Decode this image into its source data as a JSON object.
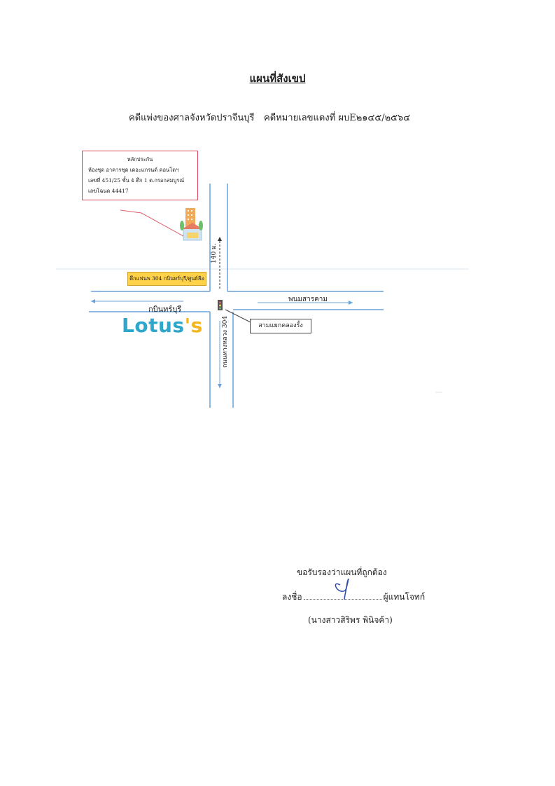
{
  "title": "แผนที่สังเขป",
  "case_info": {
    "court": "คดีแพ่งของศาลจังหวัดปราจีนบุรี",
    "red_case_number": "คดีหมายเลขแดงที่ ผบE๒๑๔๕/๒๕๖๔"
  },
  "collateral_box": {
    "heading": "หลักประกัน",
    "line1": "ห้องชุด อาคารชุด เดอะแกรนด์ คอนโดฯ",
    "line2": "เลขที่ 451/25 ชั้น 4 ตึก 1 ต.กรอกสมบูรณ์",
    "line3": "เลขโฉนด 44417"
  },
  "map": {
    "road_left_label": "กบินทร์บุรี",
    "road_right_label": "พนมสารคาม",
    "north_distance_label": "140 ม.",
    "south_road_label": "ถนนทางหลวง 304",
    "yellow_label": "ตึกแฟนพ 304 กบินทร์บุรี/ศูนย์ลือ",
    "callout_label": "สามแยกคลองรั้ง",
    "lotus_text": "Lotus",
    "lotus_suffix": "'s"
  },
  "footer": {
    "certify_text": "ขอรับรองว่าแผนที่ถูกต้อง",
    "sign_prefix": "ลงชื่อ",
    "sign_suffix": "ผู้แทนโจทก์",
    "name": "(นางสาวสิริพร พินิจค้า)"
  },
  "colors": {
    "road_line": "#6aa0d8",
    "box_border": "#d9465a",
    "yellow_label_bg": "#ffd24a",
    "lotus_blue": "#2ea7cc",
    "lotus_yellow": "#f5b51f"
  }
}
